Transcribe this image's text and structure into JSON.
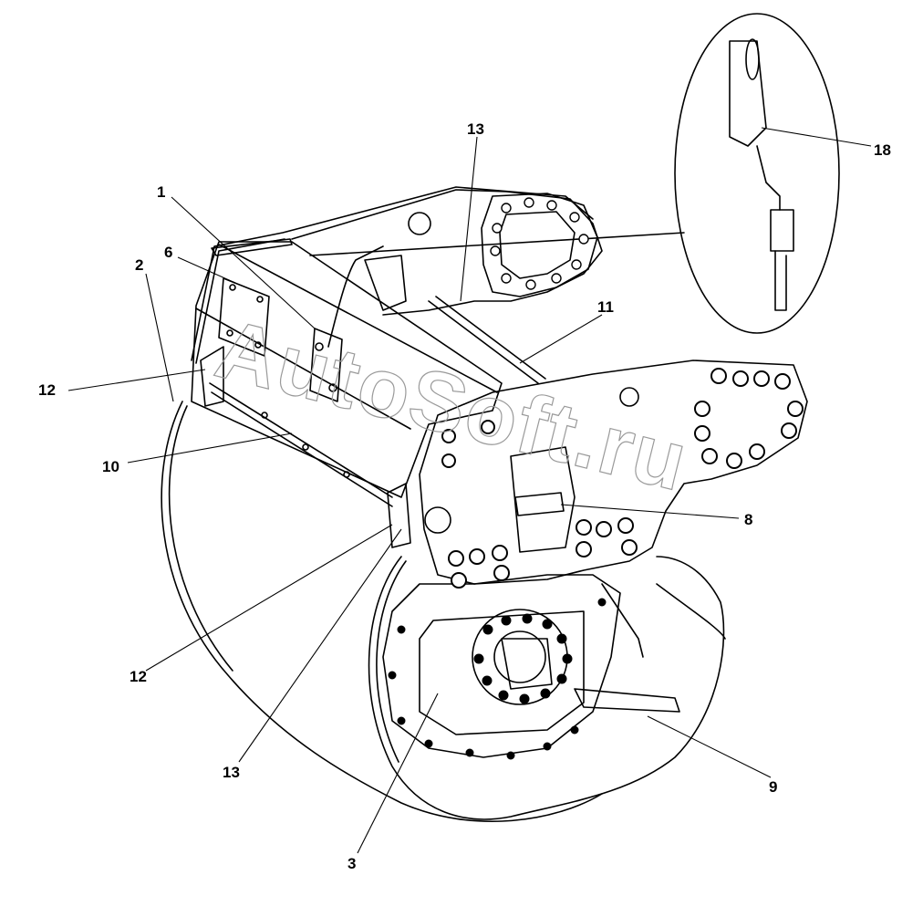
{
  "diagram": {
    "callouts": [
      {
        "id": "c1",
        "label": "1"
      },
      {
        "id": "c2",
        "label": "2"
      },
      {
        "id": "c6",
        "label": "6"
      },
      {
        "id": "c13a",
        "label": "13"
      },
      {
        "id": "c11",
        "label": "11"
      },
      {
        "id": "c18",
        "label": "18"
      },
      {
        "id": "c12a",
        "label": "12"
      },
      {
        "id": "c10",
        "label": "10"
      },
      {
        "id": "c8",
        "label": "8"
      },
      {
        "id": "c12b",
        "label": "12"
      },
      {
        "id": "c13b",
        "label": "13"
      },
      {
        "id": "c9",
        "label": "9"
      },
      {
        "id": "c3",
        "label": "3"
      }
    ],
    "watermark": "AutoSoft.ru"
  },
  "colors": {
    "line": "#000000",
    "background": "#ffffff",
    "watermark": "#9a9a9a"
  }
}
